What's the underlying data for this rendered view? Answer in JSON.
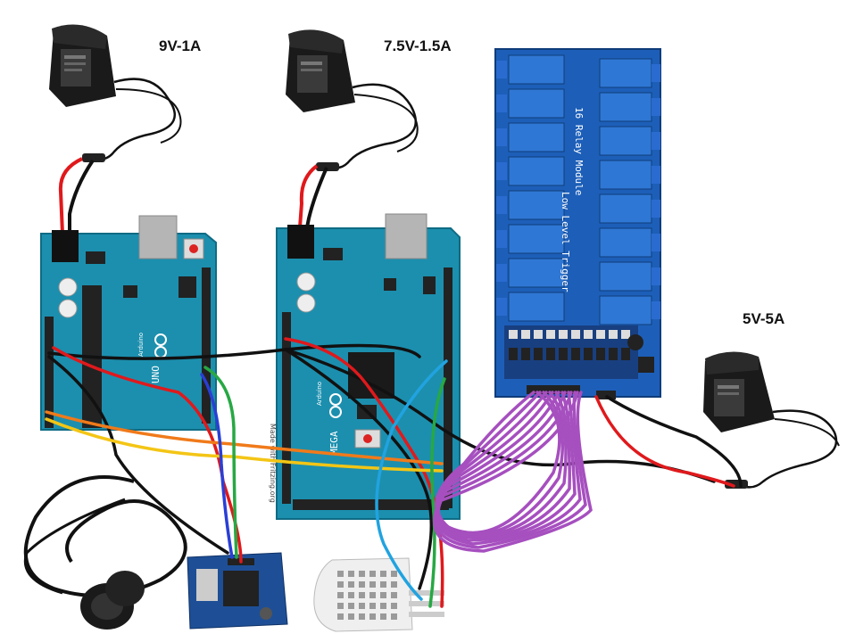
{
  "labels": {
    "psu1": "9V-1A",
    "psu2": "7.5V-1.5A",
    "psu3": "5V-5A"
  },
  "board_text": {
    "uno_brand": "Arduino",
    "uno_model": "UNO",
    "mega_brand": "Arduino",
    "mega_model": "MEGA",
    "relay_title": "16 Relay Module",
    "relay_subtitle": "Low Level Trigger",
    "watermark": "Made with Fritzing.org"
  },
  "colors": {
    "board_teal": "#1c8fae",
    "relay_blue": "#1d5fb8",
    "wire_red": "#e0191c",
    "wire_black": "#111111",
    "wire_purple": "#a64fbf",
    "wire_orange": "#f07a1a",
    "wire_yellow": "#f3c515",
    "wire_green": "#27a844",
    "wire_blue": "#2a3fd6",
    "wire_cyan": "#21a3e0"
  },
  "icons": [
    "power-adapter-icon",
    "arduino-uno-board",
    "arduino-mega-board",
    "relay-module-board",
    "ultrasonic-sensor-icon",
    "dht-sensor-icon"
  ]
}
